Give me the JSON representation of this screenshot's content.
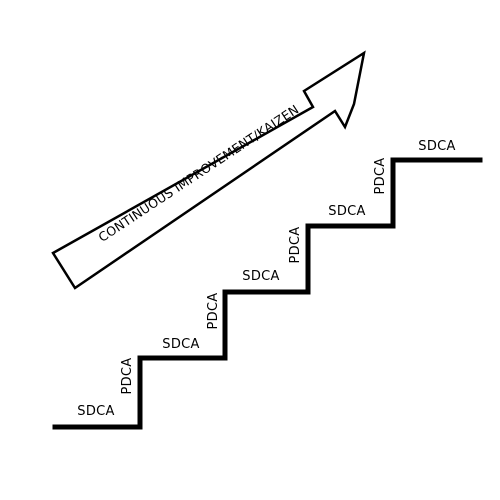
{
  "arrow": {
    "label": "CONTINUOUS IMPROVEMENT/KAIZEN"
  },
  "steps": [
    {
      "sdca": "SDCA",
      "pdca": "PDCA"
    },
    {
      "sdca": "SDCA",
      "pdca": "PDCA"
    },
    {
      "sdca": "SDCA",
      "pdca": "PDCA"
    },
    {
      "sdca": "SDCA",
      "pdca": "PDCA"
    },
    {
      "sdca": "SDCA"
    }
  ]
}
